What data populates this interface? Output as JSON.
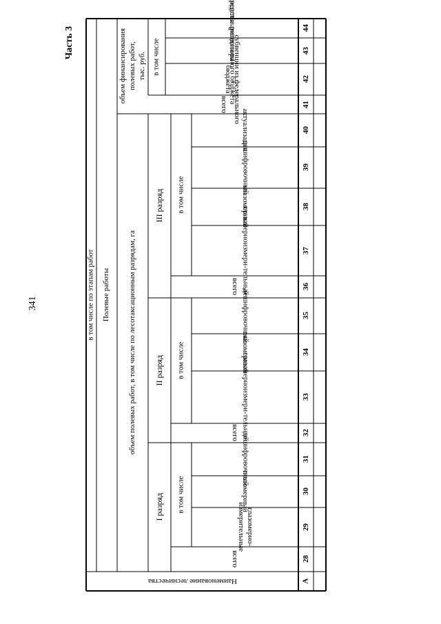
{
  "page_number": "341",
  "part_label": "Часть 3",
  "headers": {
    "forestry_name": "Наименование лесничества",
    "by_stage": "в том числе по этапам работ",
    "field_work": "Полевые работы",
    "field_volume": "объем полевых работ, в том числе по лесотаксационным разрядам, га",
    "finance_volume_l1": "объем финансирования",
    "finance_volume_l2": "полевых работ,",
    "finance_volume_l3": "тыс. руб.",
    "cat1": "I разряд",
    "cat2": "II разряд",
    "cat3": "III разряд",
    "incl": "в том числе",
    "total": "всего"
  },
  "columns": [
    {
      "num": "А",
      "label": "Наименование лесничества"
    },
    {
      "num": "28",
      "label": "всего"
    },
    {
      "num": "29",
      "label": "глазомерно-измерительные"
    },
    {
      "num": "30",
      "label": "глазомерный"
    },
    {
      "num": "31",
      "label": "дешифровочный"
    },
    {
      "num": "32",
      "label": "всего"
    },
    {
      "num": "33",
      "label": "глазомерноизмери-тельный"
    },
    {
      "num": "34",
      "label": "глазомерный"
    },
    {
      "num": "35",
      "label": "дешифровочный"
    },
    {
      "num": "36",
      "label": "всего"
    },
    {
      "num": "37",
      "label": "глазомерноизмери-тельный"
    },
    {
      "num": "38",
      "label": "глазомерный"
    },
    {
      "num": "39",
      "label": "дешифровочный"
    },
    {
      "num": "40",
      "label": "актуализация"
    },
    {
      "num": "41",
      "label": "всего"
    },
    {
      "num": "42",
      "label": "субвенции из федерального бюджета"
    },
    {
      "num": "43",
      "label": "средства регионального бюджета"
    },
    {
      "num": "44",
      "label": "средства арендатора"
    }
  ]
}
